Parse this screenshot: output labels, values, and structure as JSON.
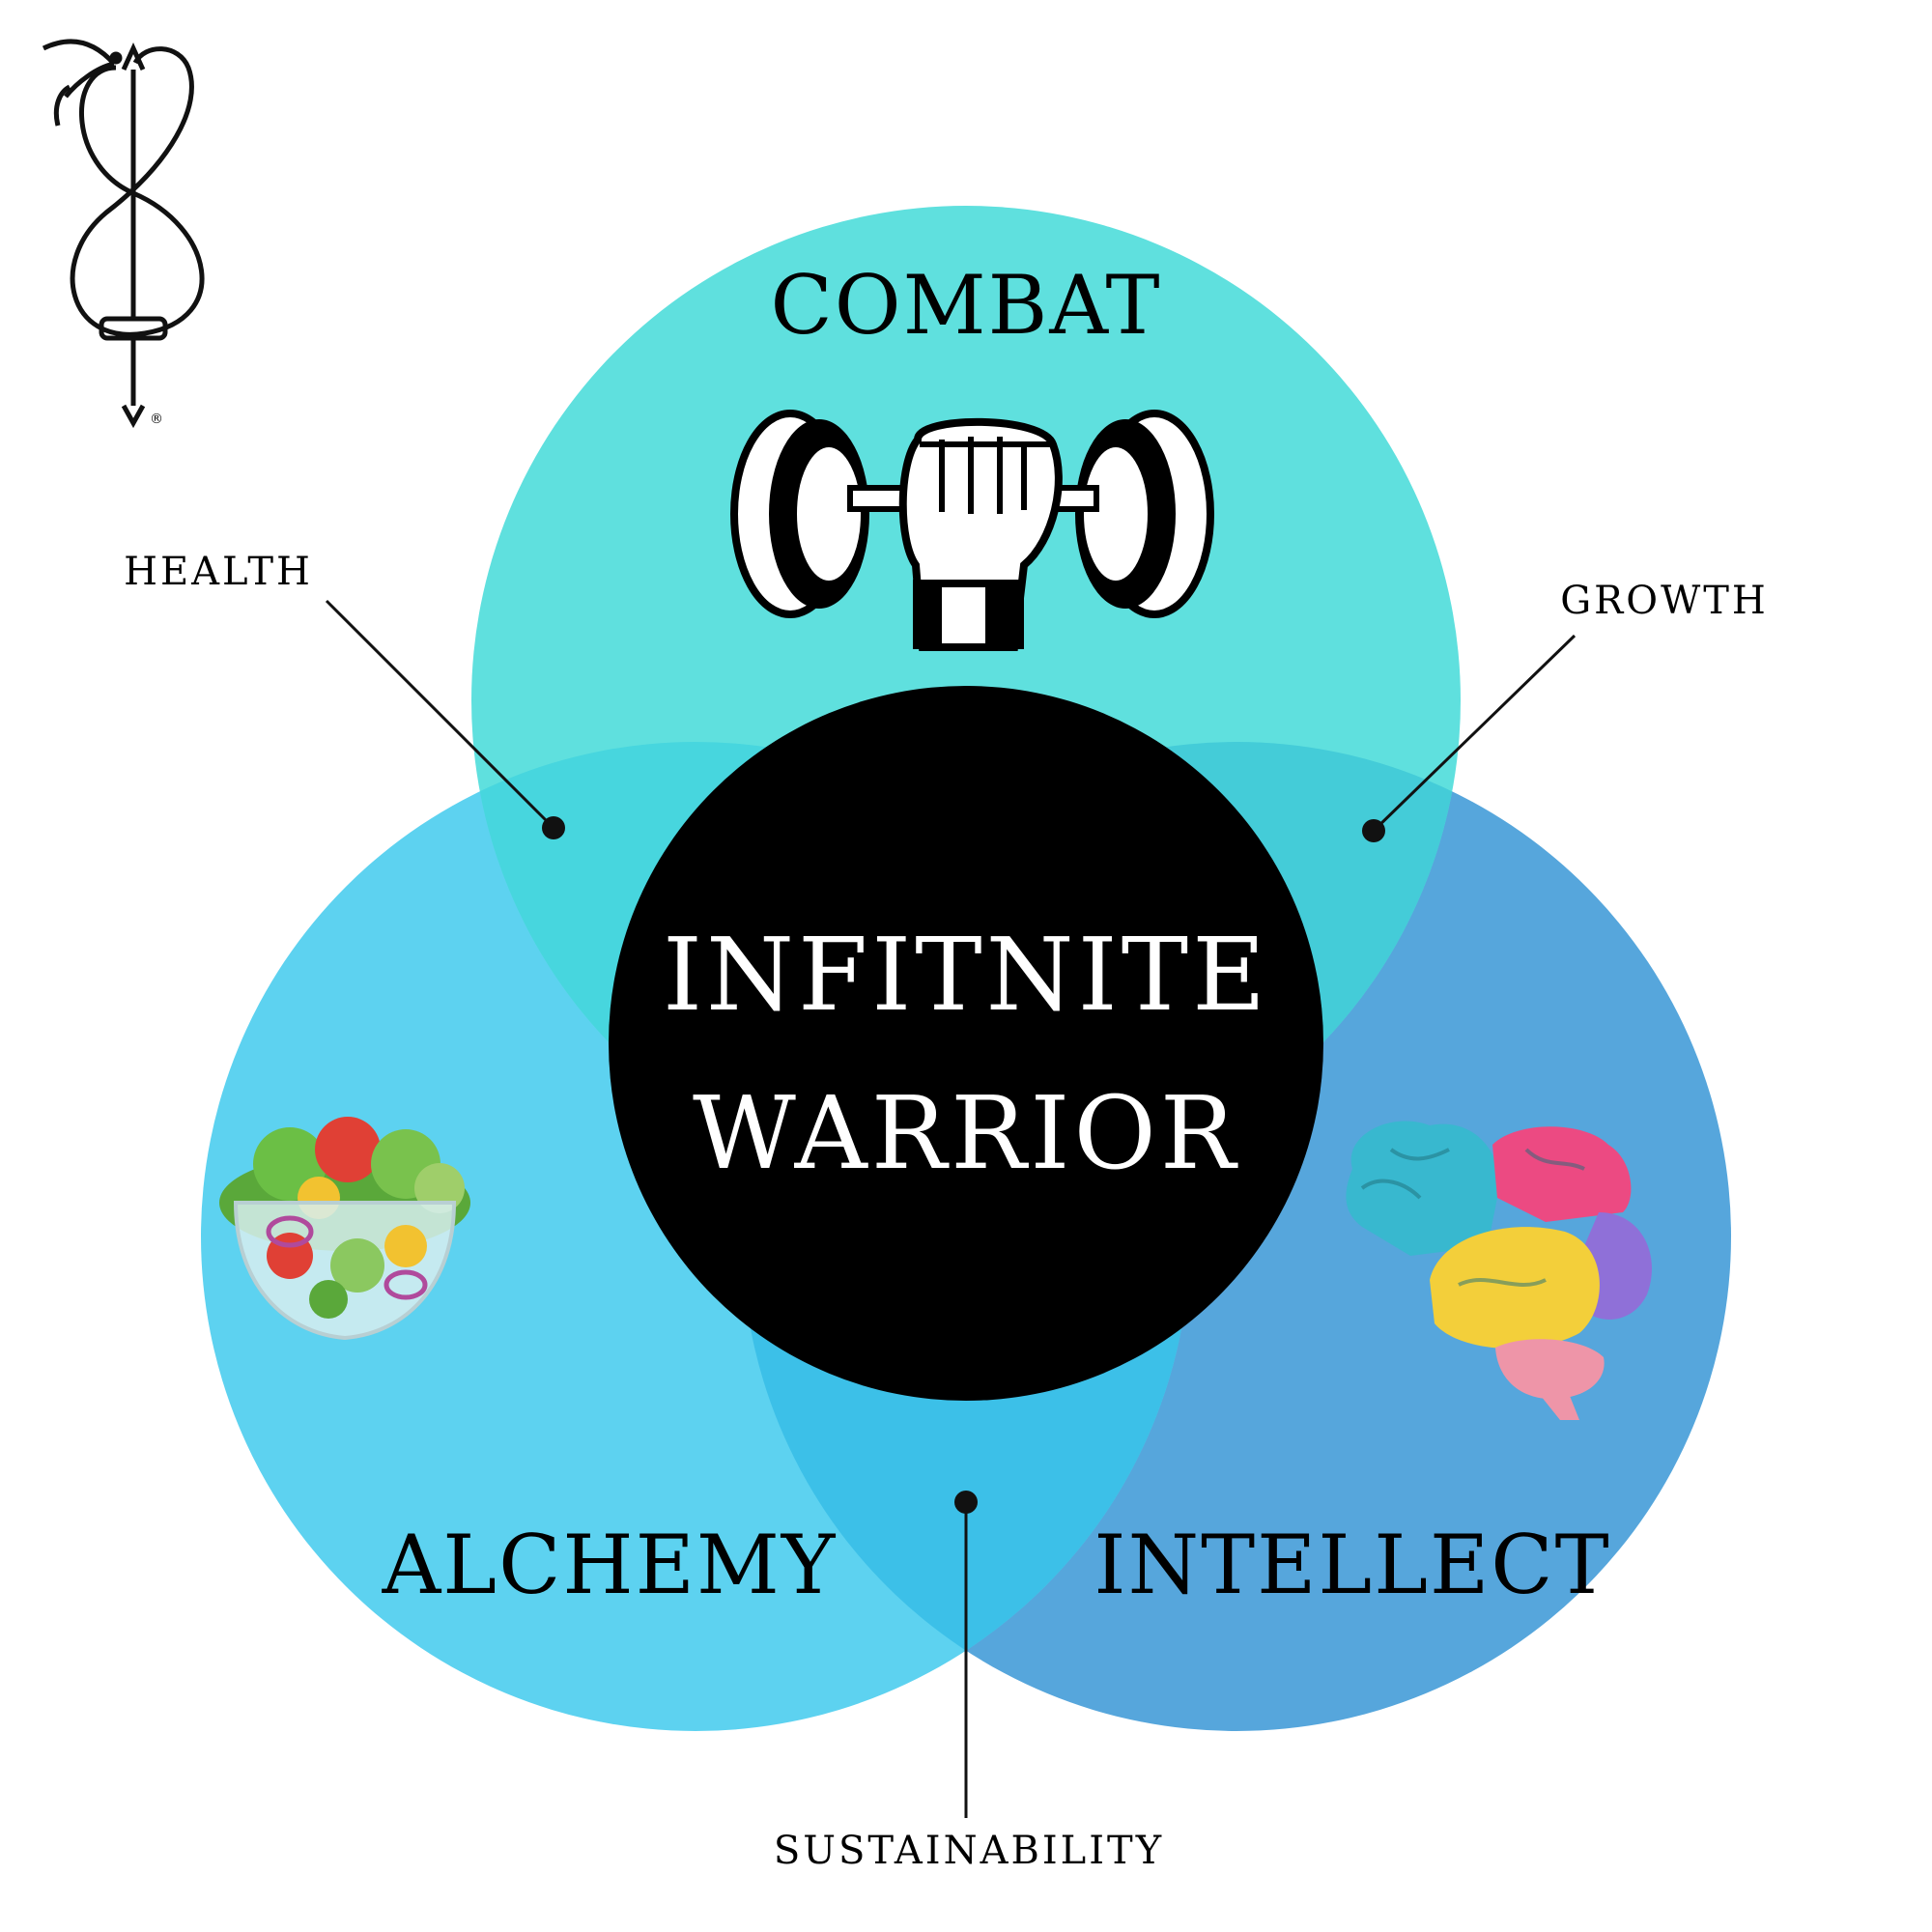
{
  "center": {
    "line1": "INFITNITE",
    "line2": "WARRIOR"
  },
  "circles": [
    {
      "key": "combat",
      "label": "COMBAT",
      "color": "#5fe0de"
    },
    {
      "key": "alchemy",
      "label": "ALCHEMY",
      "color": "#5dd2f0"
    },
    {
      "key": "intellect",
      "label": "INTELLECT",
      "color": "#56a6dc"
    }
  ],
  "overlaps": {
    "combat_alchemy": {
      "label": "HEALTH",
      "color": "#47d6de"
    },
    "combat_intellect": {
      "label": "GROWTH",
      "color": "#44ccd8"
    },
    "alchemy_intellect": {
      "label": "SUSTAINABILITY",
      "color": "#3cc0e8"
    }
  },
  "center_color": "#000000",
  "icons": [
    "serpent-sword-logo-icon",
    "fist-dumbbell-icon",
    "salad-bowl-icon",
    "brain-icon"
  ],
  "logo_mark": "®"
}
